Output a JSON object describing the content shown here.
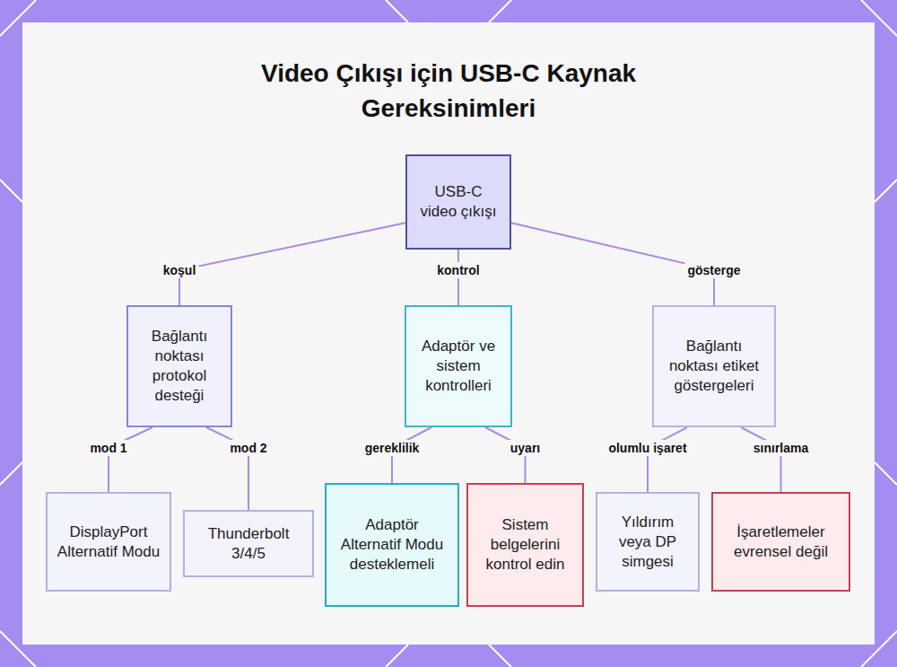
{
  "diagram": {
    "title": "Video Çıkışı için USB-C Kaynak Gereksinimleri",
    "nodes": [
      {
        "text": [
          "USB-C video çıkışı"
        ]
      },
      {
        "text": [
          "Bağlantı noktası protokol desteği"
        ]
      },
      {
        "text": [
          "Adaptör ve sistem kontrolleri"
        ]
      },
      {
        "text": [
          "Bağlantı noktası etiket göstergeleri"
        ]
      },
      {
        "text": [
          "DisplayPort Alternatif Modu"
        ]
      },
      {
        "text": [
          "Thunderbolt 3/4/5"
        ]
      },
      {
        "text": [
          "Adaptör Alternatif Modu desteklemeli"
        ]
      },
      {
        "text": [
          "Sistem belgelerini kontrol edin"
        ]
      },
      {
        "text": [
          "Yıldırım veya DP simgesi"
        ]
      },
      {
        "text": [
          "İşaretlemeler evrensel değil"
        ]
      }
    ],
    "edges": [
      {
        "from": 0,
        "to": 1,
        "label": "koşul",
        "arrow": "none"
      },
      {
        "from": 0,
        "to": 2,
        "label": "kontrol",
        "arrow": "none"
      },
      {
        "from": 0,
        "to": 3,
        "label": "gösterge",
        "arrow": "none"
      },
      {
        "from": 1,
        "to": 4,
        "label": "mod 1",
        "arrow": "none"
      },
      {
        "from": 1,
        "to": 5,
        "label": "mod 2",
        "arrow": "none"
      },
      {
        "from": 2,
        "to": 6,
        "label": "gereklilik",
        "arrow": "none"
      },
      {
        "from": 2,
        "to": 7,
        "label": "uyarı",
        "arrow": "none"
      },
      {
        "from": 3,
        "to": 8,
        "label": "olumlu işaret",
        "arrow": "none"
      },
      {
        "from": 3,
        "to": 9,
        "label": "sınırlama",
        "arrow": "none"
      }
    ]
  }
}
